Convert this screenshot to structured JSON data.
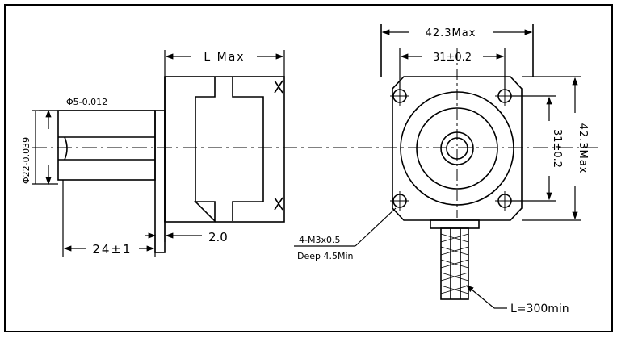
{
  "labels": {
    "length_max": "L Max",
    "shaft_dia": "Φ5-0.012",
    "pilot_dia": "Φ22-0.039",
    "shaft_len": "24±1",
    "flange": "2.0",
    "width_top": "42.3Max",
    "hole_spacing_top": "31±0.2",
    "hole_spacing_right": "31±0.2",
    "height_right": "42.3Max",
    "screw_holes": "4-M3x0.5",
    "screw_depth": "Deep 4.5Min",
    "lead_length": "L=300min"
  },
  "colors": {
    "line": "#000000",
    "background": "#ffffff"
  }
}
